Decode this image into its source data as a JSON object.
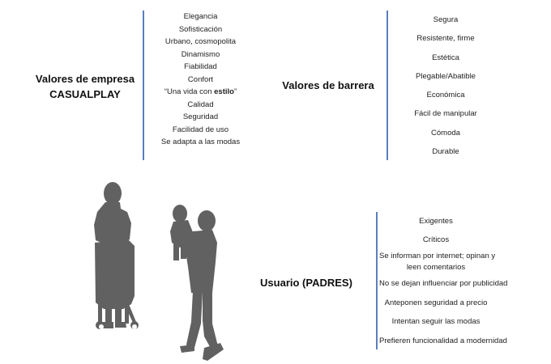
{
  "company": {
    "heading_line1": "Valores de empresa",
    "heading_line2": "CASUALPLAY",
    "values": [
      "Elegancia",
      "Sofisticación",
      "Urbano, cosmopolita",
      "Dinamismo",
      "Fiabilidad",
      "Confort"
    ],
    "quote_open": "“Una vida con ",
    "quote_bold": "estilo",
    "quote_close": "”",
    "values_after": [
      "Calidad",
      "Seguridad",
      "Facilidad de uso",
      "Se adapta a las modas"
    ]
  },
  "barrier": {
    "heading": "Valores de barrera",
    "values": [
      "Segura",
      "Resistente, firme",
      "Estética",
      "Plegable/Abatible",
      "Económica",
      "Fácil de manipular",
      "Cómoda",
      "Durable"
    ]
  },
  "user": {
    "heading": "Usuario (PADRES)",
    "values": [
      "Exigentes",
      "Críticos",
      "Se informan por internet; opinan y",
      "leen comentarios",
      "No se dejan influenciar por publicidad",
      "Anteponen seguridad a precio",
      "Intentan seguir las modas",
      "Prefieren funcionalidad a modernidad"
    ]
  },
  "colors": {
    "divider": "#5b7fbf",
    "silhouette": "#616161"
  }
}
